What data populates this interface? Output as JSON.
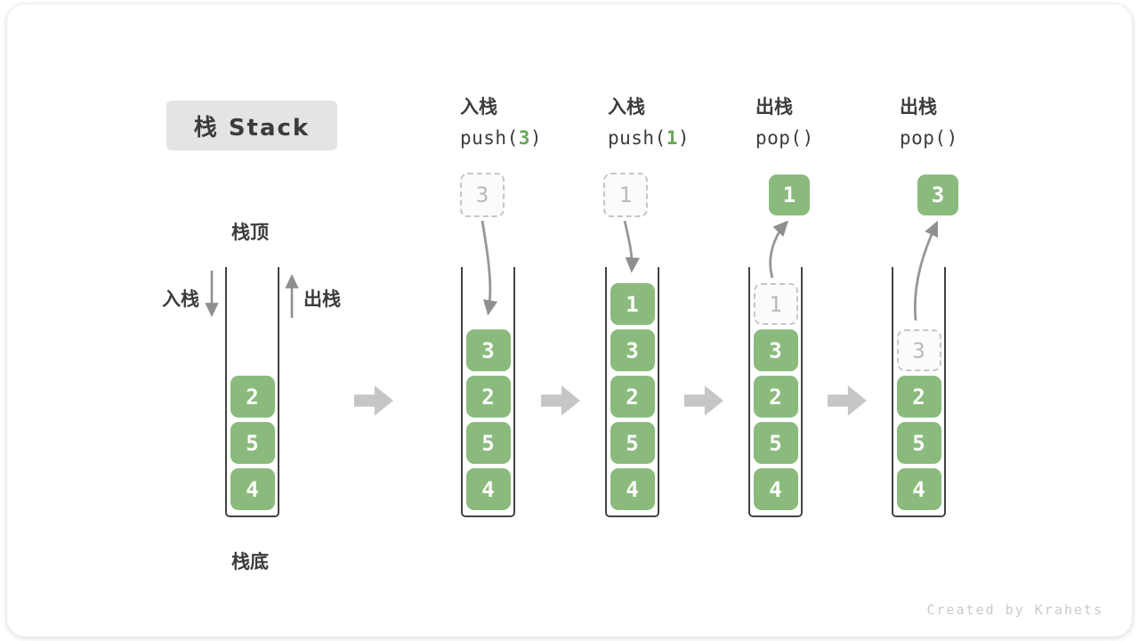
{
  "title": {
    "label": "栈 Stack"
  },
  "operations": [
    {
      "cn": "入栈",
      "code_pre": "push(",
      "code_arg": "3",
      "code_post": ")"
    },
    {
      "cn": "入栈",
      "code_pre": "push(",
      "code_arg": "1",
      "code_post": ")"
    },
    {
      "cn": "出栈",
      "code_pre": "pop(",
      "code_arg": "",
      "code_post": ")"
    },
    {
      "cn": "出栈",
      "code_pre": "pop(",
      "code_arg": "",
      "code_post": ")"
    }
  ],
  "labels": {
    "stack_top": "栈顶",
    "stack_bottom": "栈底",
    "push": "入栈",
    "pop": "出栈"
  },
  "floating": {
    "push_source_1": "3",
    "push_source_2": "1",
    "pop_result_1": "1",
    "pop_result_2": "3"
  },
  "stacks": [
    {
      "blocks": [
        "2",
        "5",
        "4"
      ]
    },
    {
      "blocks": [
        "3",
        "2",
        "5",
        "4"
      ]
    },
    {
      "blocks": [
        "1",
        "3",
        "2",
        "5",
        "4"
      ]
    },
    {
      "ghost": "1",
      "blocks": [
        "3",
        "2",
        "5",
        "4"
      ]
    },
    {
      "ghost": "3",
      "blocks": [
        "2",
        "5",
        "4"
      ]
    }
  ],
  "colors": {
    "block_green": "#8abb7d",
    "code_arg_green": "#69a758",
    "container_border": "#434343",
    "ghost_border": "#c6c6c6",
    "big_arrow_gray": "#c6c6c6",
    "curve_arrow_gray": "#999999",
    "title_bg": "#e4e4e4",
    "text_dark": "#3c3c3c"
  },
  "watermark": "Created by Krahets"
}
